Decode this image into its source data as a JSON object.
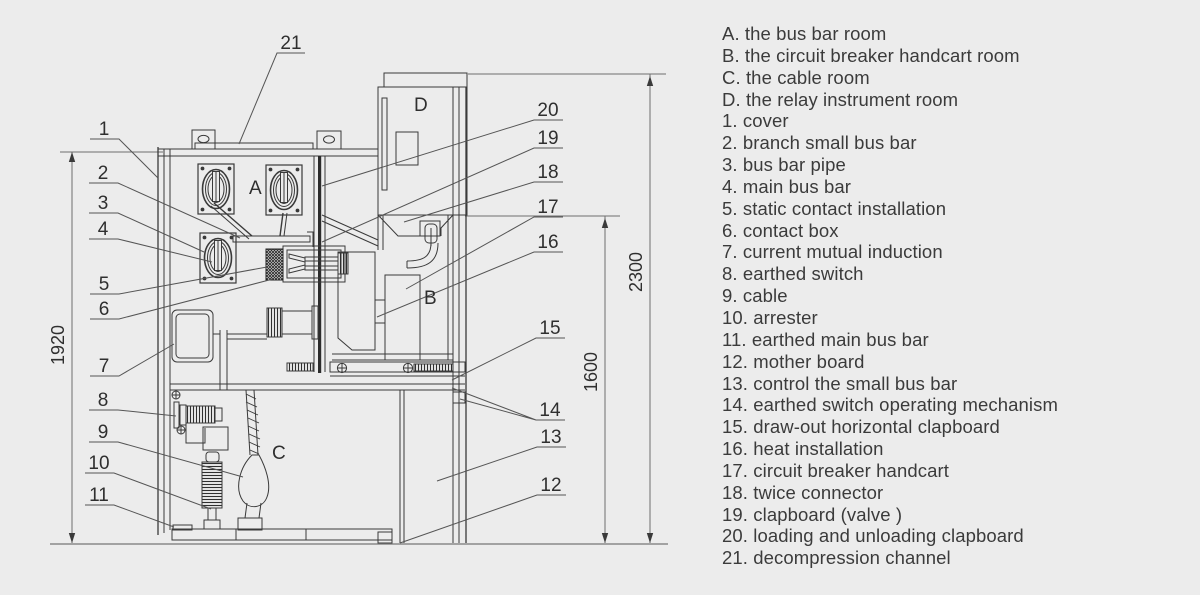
{
  "diagram": {
    "rooms": {
      "a": "A",
      "b": "B",
      "c": "C",
      "d": "D"
    },
    "dimensions": {
      "front_height": "1920",
      "mid_height": "1600",
      "total_height": "2300"
    },
    "callouts": [
      "1",
      "2",
      "3",
      "4",
      "5",
      "6",
      "7",
      "8",
      "9",
      "10",
      "11",
      "12",
      "13",
      "14",
      "15",
      "16",
      "17",
      "18",
      "19",
      "20",
      "21"
    ]
  },
  "legend": {
    "items": [
      "A. the bus bar room",
      "B. the circuit breaker handcart room",
      "C. the cable room",
      "D. the relay instrument room",
      "1. cover",
      "2. branch small bus bar",
      "3. bus bar pipe",
      "4. main bus bar",
      "5. static contact installation",
      "6. contact box",
      "7. current mutual induction",
      "8. earthed switch",
      "9. cable",
      "10. arrester",
      "11. earthed main bus bar",
      "12. mother board",
      "13. control the small bus bar",
      "14. earthed switch operating mechanism",
      "15. draw-out horizontal clapboard",
      "16. heat installation",
      "17. circuit breaker handcart",
      "18. twice connector",
      "19. clapboard (valve )",
      "20. loading and unloading clapboard",
      "21. decompression channel"
    ]
  }
}
